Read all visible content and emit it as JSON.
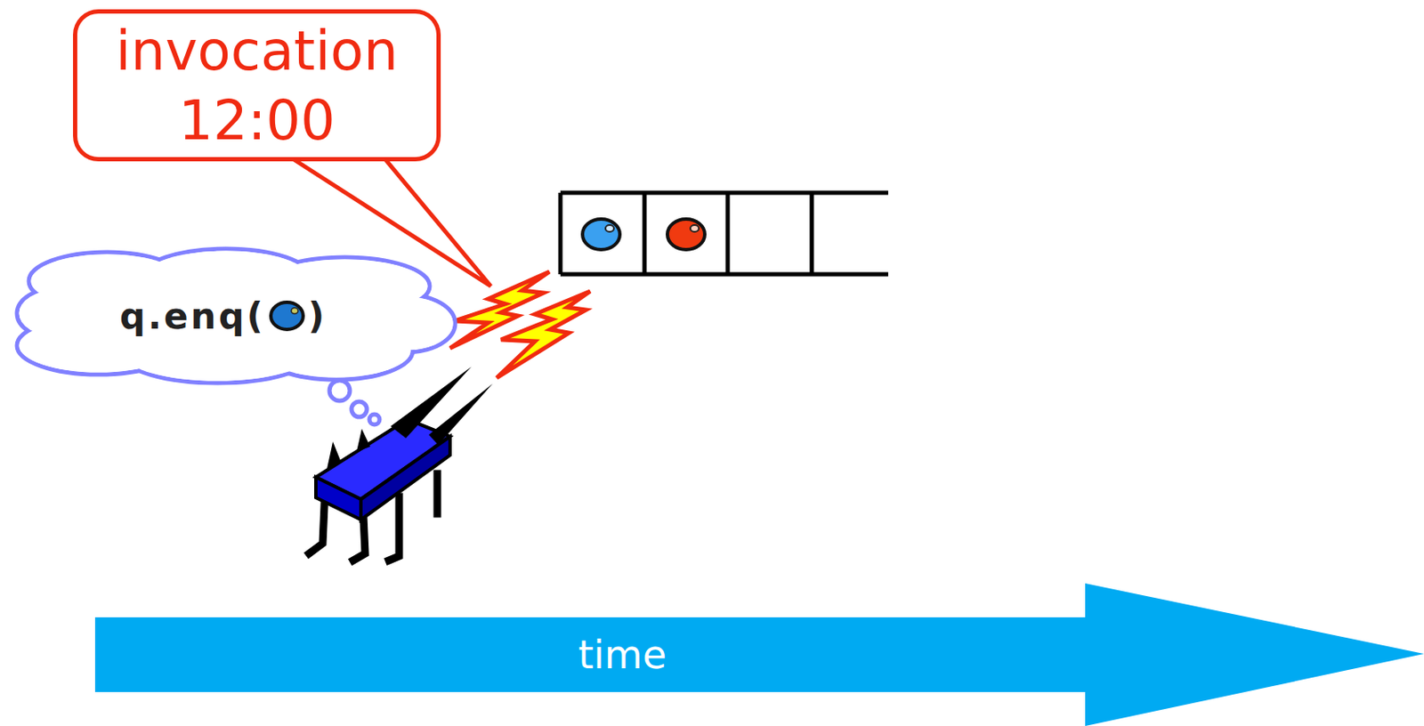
{
  "diagram": {
    "nodes": [
      {
        "text": [
          "invocation 12:00"
        ]
      },
      {
        "text": [
          "q.enq(",
          ")"
        ]
      },
      {
        "text": [
          "time"
        ]
      }
    ]
  }
}
